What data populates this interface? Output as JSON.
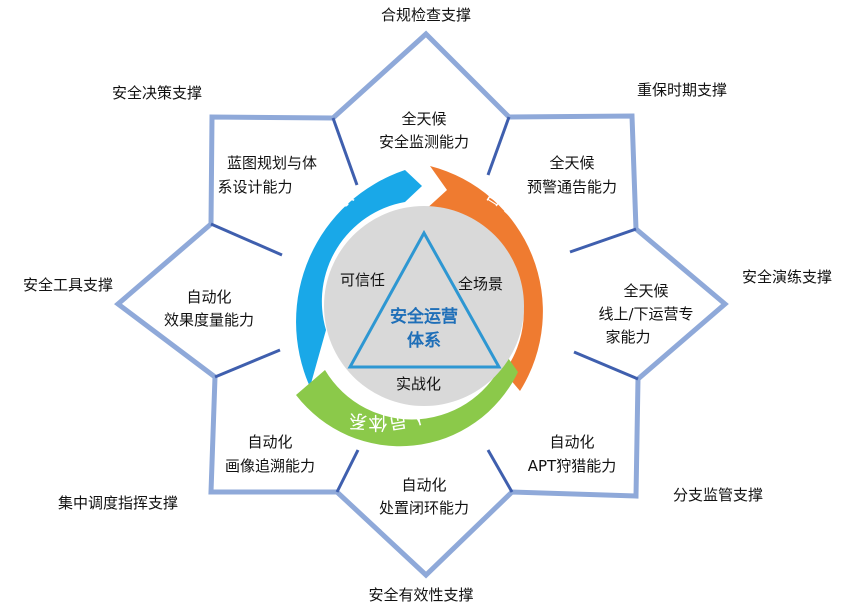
{
  "colors": {
    "star_stroke": "#8fa9d9",
    "spoke": "#3f5fae",
    "tech": "#19a8e8",
    "mgmt": "#ef7b30",
    "people": "#8bc94a",
    "core_fill": "#d9d9d9",
    "triangle_stroke": "#2e97d2"
  },
  "center": {
    "line1": "安全运营",
    "line2": "体系"
  },
  "core_labels": {
    "trust": "可信任",
    "scene": "全场景",
    "combat": "实战化"
  },
  "ring": {
    "tech": "技术体系",
    "mgmt": "管理体系",
    "people": "人员体系"
  },
  "star_points": [
    "合规检查支撑",
    "重保时期支撑",
    "安全演练支撑",
    "分支监管支撑",
    "安全有效性支撑",
    "集中调度指挥支撑",
    "安全工具支撑",
    "安全决策支撑"
  ],
  "capabilities": [
    {
      "lines": [
        "全天候",
        "安全监测能力"
      ]
    },
    {
      "lines": [
        "全天候",
        "预警通告能力"
      ]
    },
    {
      "lines": [
        "全天候",
        "线上/下运营专",
        "家能力"
      ]
    },
    {
      "lines": [
        "自动化",
        "APT狩猎能力"
      ]
    },
    {
      "lines": [
        "自动化",
        "处置闭环能力"
      ]
    },
    {
      "lines": [
        "自动化",
        "画像追溯能力"
      ]
    },
    {
      "lines": [
        "自动化",
        "效果度量能力"
      ]
    },
    {
      "lines": [
        "蓝图规划与体",
        "系设计能力"
      ]
    }
  ]
}
